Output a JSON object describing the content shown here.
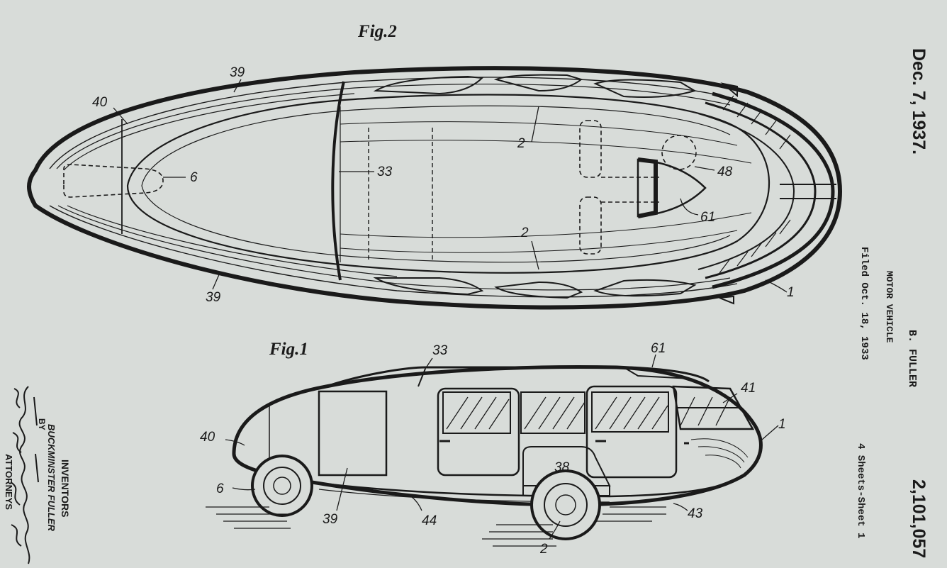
{
  "header": {
    "date": "Dec. 7, 1937.",
    "patent_number": "2,101,057",
    "inventor": "B. FULLER",
    "title": "MOTOR VEHICLE",
    "filed": "Filed Oct. 18, 1933",
    "sheets": "4 Sheets-Sheet 1"
  },
  "signature_block": {
    "inventors_label": "INVENTORS",
    "inventor_name": "BUCKMINSTER FULLER",
    "by_label": "BY",
    "attorney_label": "ATTORNEYS",
    "signature": "Jeffrey Vicklach"
  },
  "figures": {
    "fig2": {
      "caption": "Fig.2",
      "refs": {
        "r40": "40",
        "r39a": "39",
        "r39b": "39",
        "r6": "6",
        "r33": "33",
        "r2a": "2",
        "r2b": "2",
        "r48": "48",
        "r61": "61",
        "r1": "1"
      }
    },
    "fig1": {
      "caption": "Fig.1",
      "refs": {
        "r33": "33",
        "r61": "61",
        "r41": "41",
        "r40": "40",
        "r1": "1",
        "r38": "38",
        "r6": "6",
        "r39": "39",
        "r44": "44",
        "r2": "2",
        "r43": "43"
      }
    }
  },
  "icons": [
    "vehicle-top-view-drawing",
    "vehicle-side-view-drawing",
    "attorney-signature"
  ],
  "colors": {
    "paper": "#d8dcd9",
    "ink": "#1a1a1a"
  }
}
